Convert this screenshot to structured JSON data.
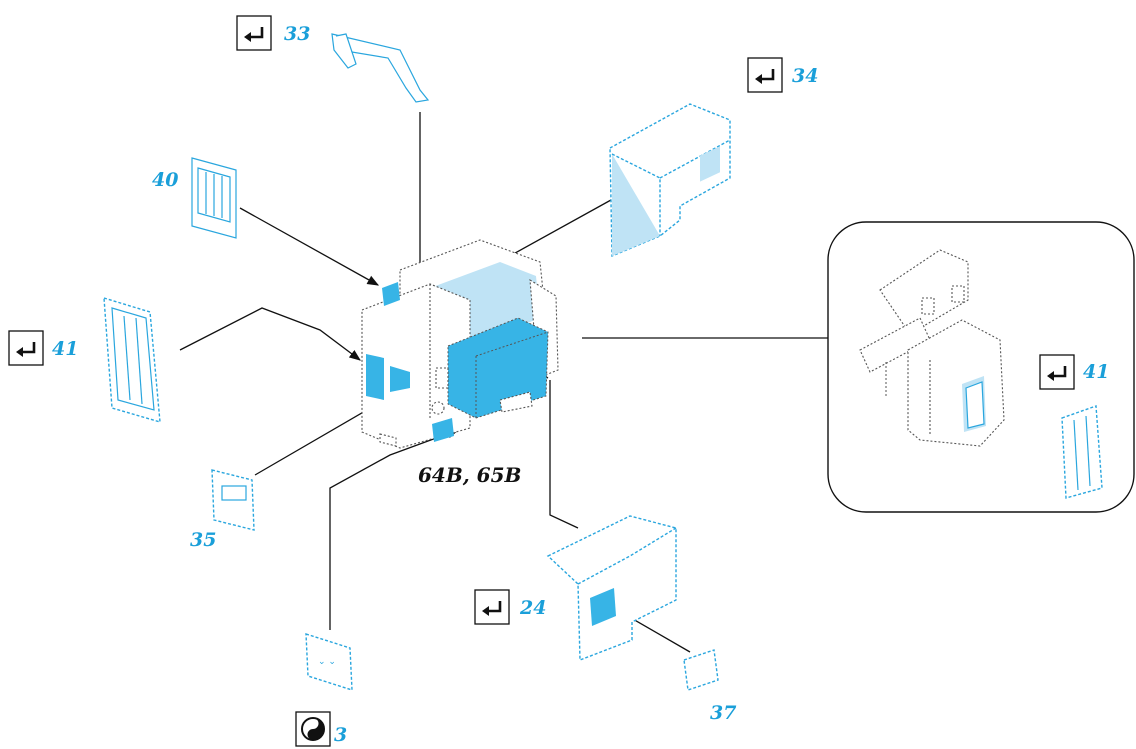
{
  "callouts": {
    "c33": "33",
    "c34": "34",
    "c40": "40",
    "c41_left": "41",
    "c41_inset": "41",
    "c35": "35",
    "c24": "24",
    "c37": "37",
    "c3": "3"
  },
  "assembly_label": "64B, 65B",
  "colors": {
    "accent": "#1a9fd9",
    "fill": "#37b4e6",
    "light_fill": "#bfe3f5",
    "line": "#111111"
  },
  "icons": {
    "reinstall": "return-arrow-icon",
    "special_tool": "swirl-icon"
  }
}
